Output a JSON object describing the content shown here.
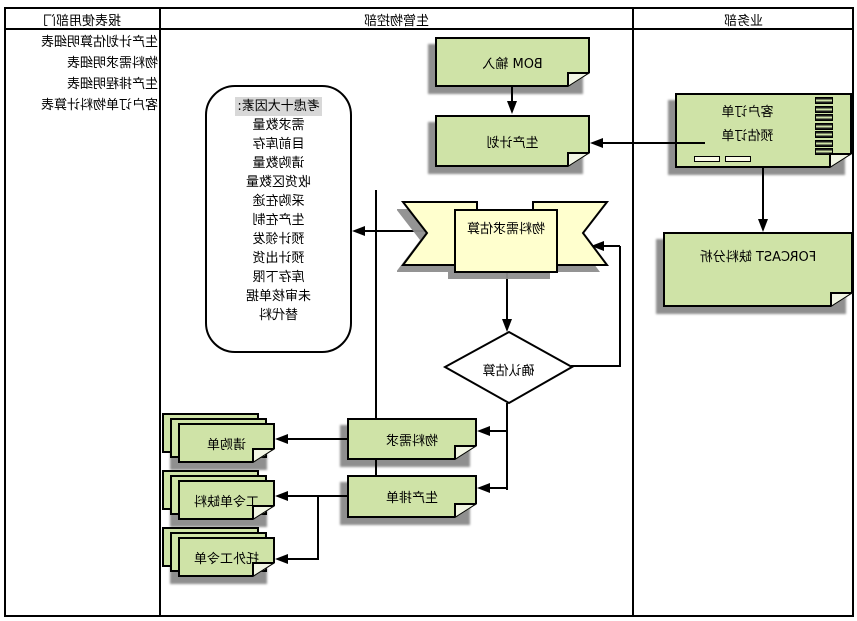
{
  "columns": {
    "business": "业务部",
    "production_control": "生管物控部",
    "report_users": "报表使用部门"
  },
  "reports": {
    "items": [
      "生产计划估算明细表",
      "物料需求明细表",
      "生产排程明细表",
      "客户订单物料计算表"
    ]
  },
  "nodes": {
    "bom_input": "BOM 输入",
    "production_plan": "生产计划",
    "customer_order_line1": "客户订单",
    "customer_order_line2": "预估订单",
    "forcast_analysis": "FORCAST 缺料分析",
    "material_demand_estimate": "物料需求估算",
    "confirm_estimate": "确认估算",
    "material_demand": "物料需求",
    "production_schedule": "生产排单",
    "purchase_request": "请购单",
    "workorder_shortage": "工令单缺料",
    "outsource_workorder": "托外工令单"
  },
  "considerations": {
    "title": "考虑十大因素:",
    "items": [
      "需求数量",
      "目前库存",
      "请购数量",
      "收货区数量",
      "采购在途",
      "生产在制",
      "预计领发",
      "预计出货",
      "库存下限",
      "未审核单据",
      "替代料"
    ]
  },
  "colors": {
    "node_fill": "#cfe3a7",
    "banner_fill": "#ffffce",
    "shadow": "#8f8f8f",
    "highlight": "#d8d8d8",
    "border": "#000000"
  }
}
